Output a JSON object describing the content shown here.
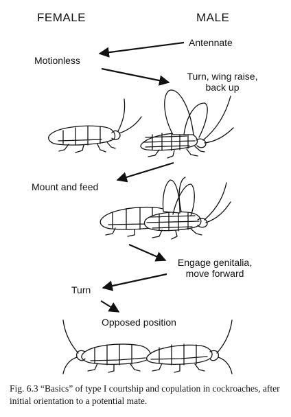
{
  "headers": {
    "female": "FEMALE",
    "male": "MALE"
  },
  "steps": {
    "antennate": "Antennate",
    "motionless": "Motionless",
    "turn_wing_line1": "Turn, wing raise,",
    "turn_wing_line2": "back up",
    "mount_feed": "Mount and feed",
    "engage_line1": "Engage genitalia,",
    "engage_line2": "move forward",
    "turn": "Turn",
    "opposed": "Opposed position"
  },
  "caption": "Fig. 6.3 “Basics” of type I courtship and copulation in cockroaches, after initial orientation to a potential mate.",
  "colors": {
    "ink": "#111111",
    "background": "#ffffff"
  }
}
